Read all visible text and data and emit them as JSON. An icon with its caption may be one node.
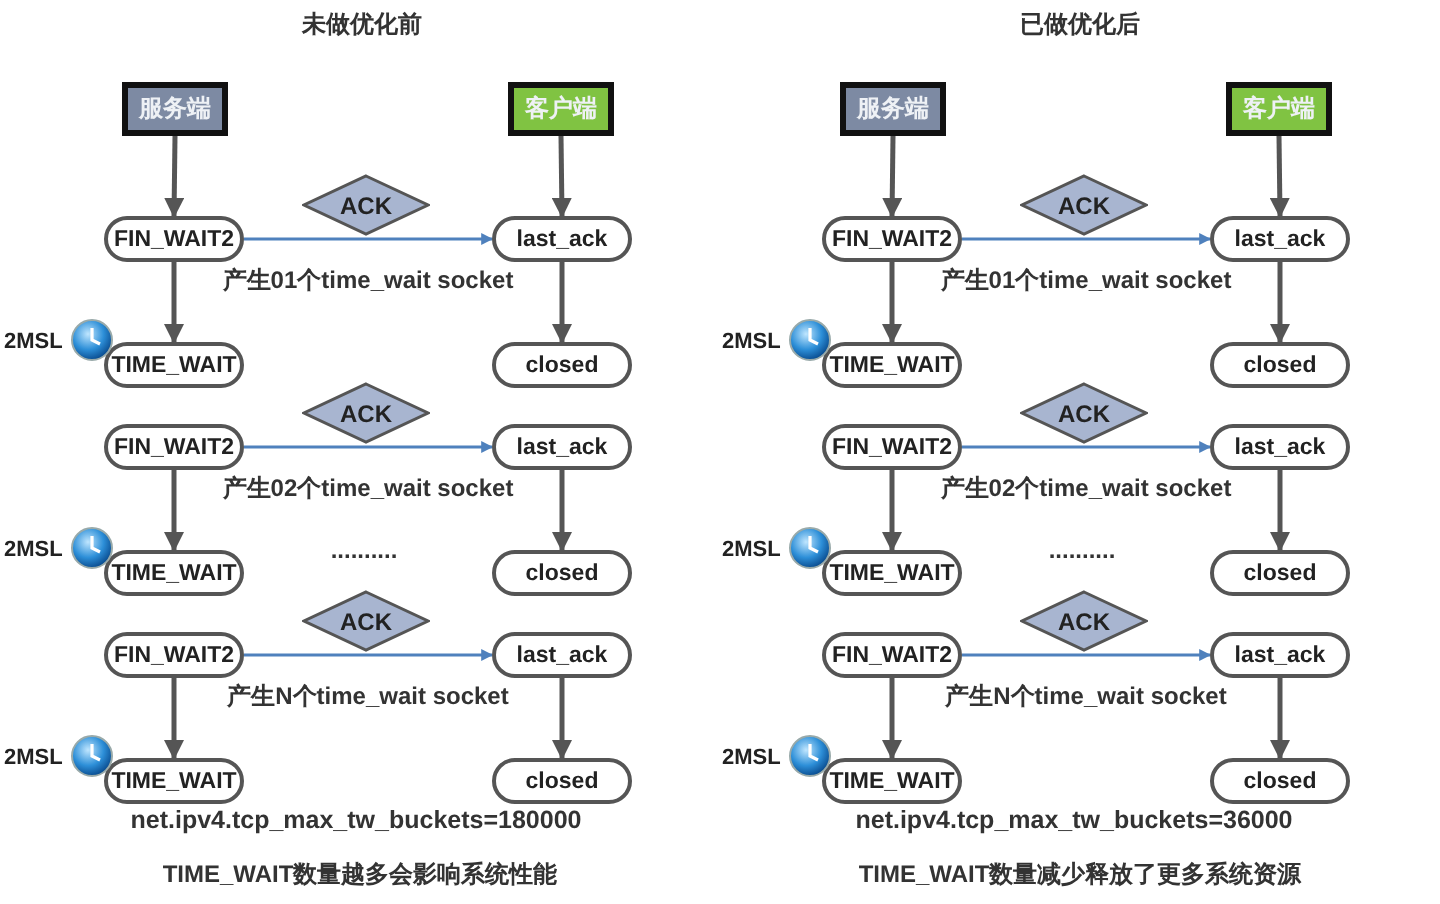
{
  "diagram": {
    "nodes": [
      {
        "text": [
          "服务端"
        ]
      },
      {
        "text": [
          "客户端"
        ]
      },
      {
        "text": [
          "FIN_WAIT2"
        ]
      },
      {
        "text": [
          "ACK"
        ]
      },
      {
        "text": [
          "last_ack"
        ]
      },
      {
        "text": [
          "TIME_WAIT"
        ],
        "beside": [
          "2MSL"
        ]
      },
      {
        "text": [
          "closed"
        ]
      },
      {
        "text": [
          "FIN_WAIT2"
        ]
      },
      {
        "text": [
          "ACK"
        ]
      },
      {
        "text": [
          "last_ack"
        ]
      },
      {
        "text": [
          "TIME_WAIT"
        ],
        "beside": [
          "2MSL"
        ]
      },
      {
        "text": [
          "closed"
        ]
      },
      {
        "text": [
          "FIN_WAIT2"
        ]
      },
      {
        "text": [
          "ACK"
        ]
      },
      {
        "text": [
          "last_ack"
        ]
      },
      {
        "text": [
          "TIME_WAIT"
        ],
        "beside": [
          "2MSL"
        ]
      },
      {
        "text": [
          "closed"
        ]
      },
      {
        "text": [
          "服务端"
        ]
      },
      {
        "text": [
          "客户端"
        ]
      },
      {
        "text": [
          "FIN_WAIT2"
        ]
      },
      {
        "text": [
          "ACK"
        ]
      },
      {
        "text": [
          "last_ack"
        ]
      },
      {
        "text": [
          "TIME_WAIT"
        ],
        "beside": [
          "2MSL"
        ]
      },
      {
        "text": [
          "closed"
        ]
      },
      {
        "text": [
          "FIN_WAIT2"
        ]
      },
      {
        "text": [
          "ACK"
        ]
      },
      {
        "text": [
          "last_ack"
        ]
      },
      {
        "text": [
          "TIME_WAIT"
        ],
        "beside": [
          "2MSL"
        ]
      },
      {
        "text": [
          "closed"
        ]
      },
      {
        "text": [
          "FIN_WAIT2"
        ]
      },
      {
        "text": [
          "ACK"
        ]
      },
      {
        "text": [
          "last_ack"
        ]
      },
      {
        "text": [
          "TIME_WAIT"
        ],
        "beside": [
          "2MSL"
        ]
      },
      {
        "text": [
          "closed"
        ]
      }
    ],
    "edges": [
      {
        "from": 0,
        "to": 2,
        "arrow": "to"
      },
      {
        "from": 1,
        "to": 4,
        "arrow": "to"
      },
      {
        "from": 2,
        "to": 4,
        "arrow": "to",
        "label": "产生01个time_wait socket",
        "color": "#4f81bd"
      },
      {
        "from": 2,
        "to": 5,
        "arrow": "to"
      },
      {
        "from": 4,
        "to": 6,
        "arrow": "to"
      },
      {
        "from": 7,
        "to": 9,
        "arrow": "to",
        "label": "产生02个time_wait socket",
        "color": "#4f81bd"
      },
      {
        "from": 7,
        "to": 10,
        "arrow": "to"
      },
      {
        "from": 9,
        "to": 11,
        "arrow": "to"
      },
      {
        "from": 12,
        "to": 14,
        "arrow": "to",
        "label": "产生N个time_wait socket",
        "color": "#4f81bd"
      },
      {
        "from": 12,
        "to": 15,
        "arrow": "to"
      },
      {
        "from": 14,
        "to": 16,
        "arrow": "to"
      },
      {
        "from": 17,
        "to": 19,
        "arrow": "to"
      },
      {
        "from": 18,
        "to": 21,
        "arrow": "to"
      },
      {
        "from": 19,
        "to": 21,
        "arrow": "to",
        "label": "产生01个time_wait socket",
        "color": "#4f81bd"
      },
      {
        "from": 19,
        "to": 22,
        "arrow": "to"
      },
      {
        "from": 21,
        "to": 23,
        "arrow": "to"
      },
      {
        "from": 24,
        "to": 26,
        "arrow": "to",
        "label": "产生02个time_wait socket",
        "color": "#4f81bd"
      },
      {
        "from": 24,
        "to": 27,
        "arrow": "to"
      },
      {
        "from": 26,
        "to": 28,
        "arrow": "to"
      },
      {
        "from": 29,
        "to": 31,
        "arrow": "to",
        "label": "产生N个time_wait socket",
        "color": "#4f81bd"
      },
      {
        "from": 29,
        "to": 32,
        "arrow": "to"
      },
      {
        "from": 31,
        "to": 33,
        "arrow": "to"
      }
    ],
    "labels": [
      "未做优化前",
      "已做优化后",
      "..........",
      "..........",
      "net.ipv4.tcp_max_tw_buckets=180000",
      "net.ipv4.tcp_max_tw_buckets=36000",
      "TIME_WAIT数量越多会影响系统性能",
      "TIME_WAIT数量减少释放了更多系统资源"
    ]
  }
}
